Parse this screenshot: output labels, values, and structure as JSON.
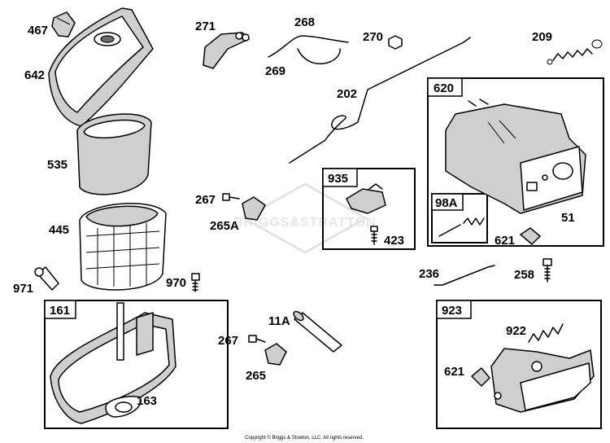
{
  "watermark": "BRIGGS&STRATTON",
  "copyright": "Copyright © Briggs & Stratton, LLC. All rights reserved.",
  "callouts": {
    "p467": "467",
    "p642": "642",
    "p535": "535",
    "p445": "445",
    "p971": "971",
    "p970": "970",
    "p271": "271",
    "p268": "268",
    "p269": "269",
    "p270": "270",
    "p202": "202",
    "p209": "209",
    "p267a": "267",
    "p265A": "265A",
    "p935": "935",
    "p423": "423",
    "p620": "620",
    "p98A": "98A",
    "p51": "51",
    "p621a": "621",
    "p236": "236",
    "p258": "258",
    "p161": "161",
    "p163": "163",
    "p11A": "11A",
    "p267b": "267",
    "p265": "265",
    "p923": "923",
    "p922": "922",
    "p621b": "621"
  }
}
